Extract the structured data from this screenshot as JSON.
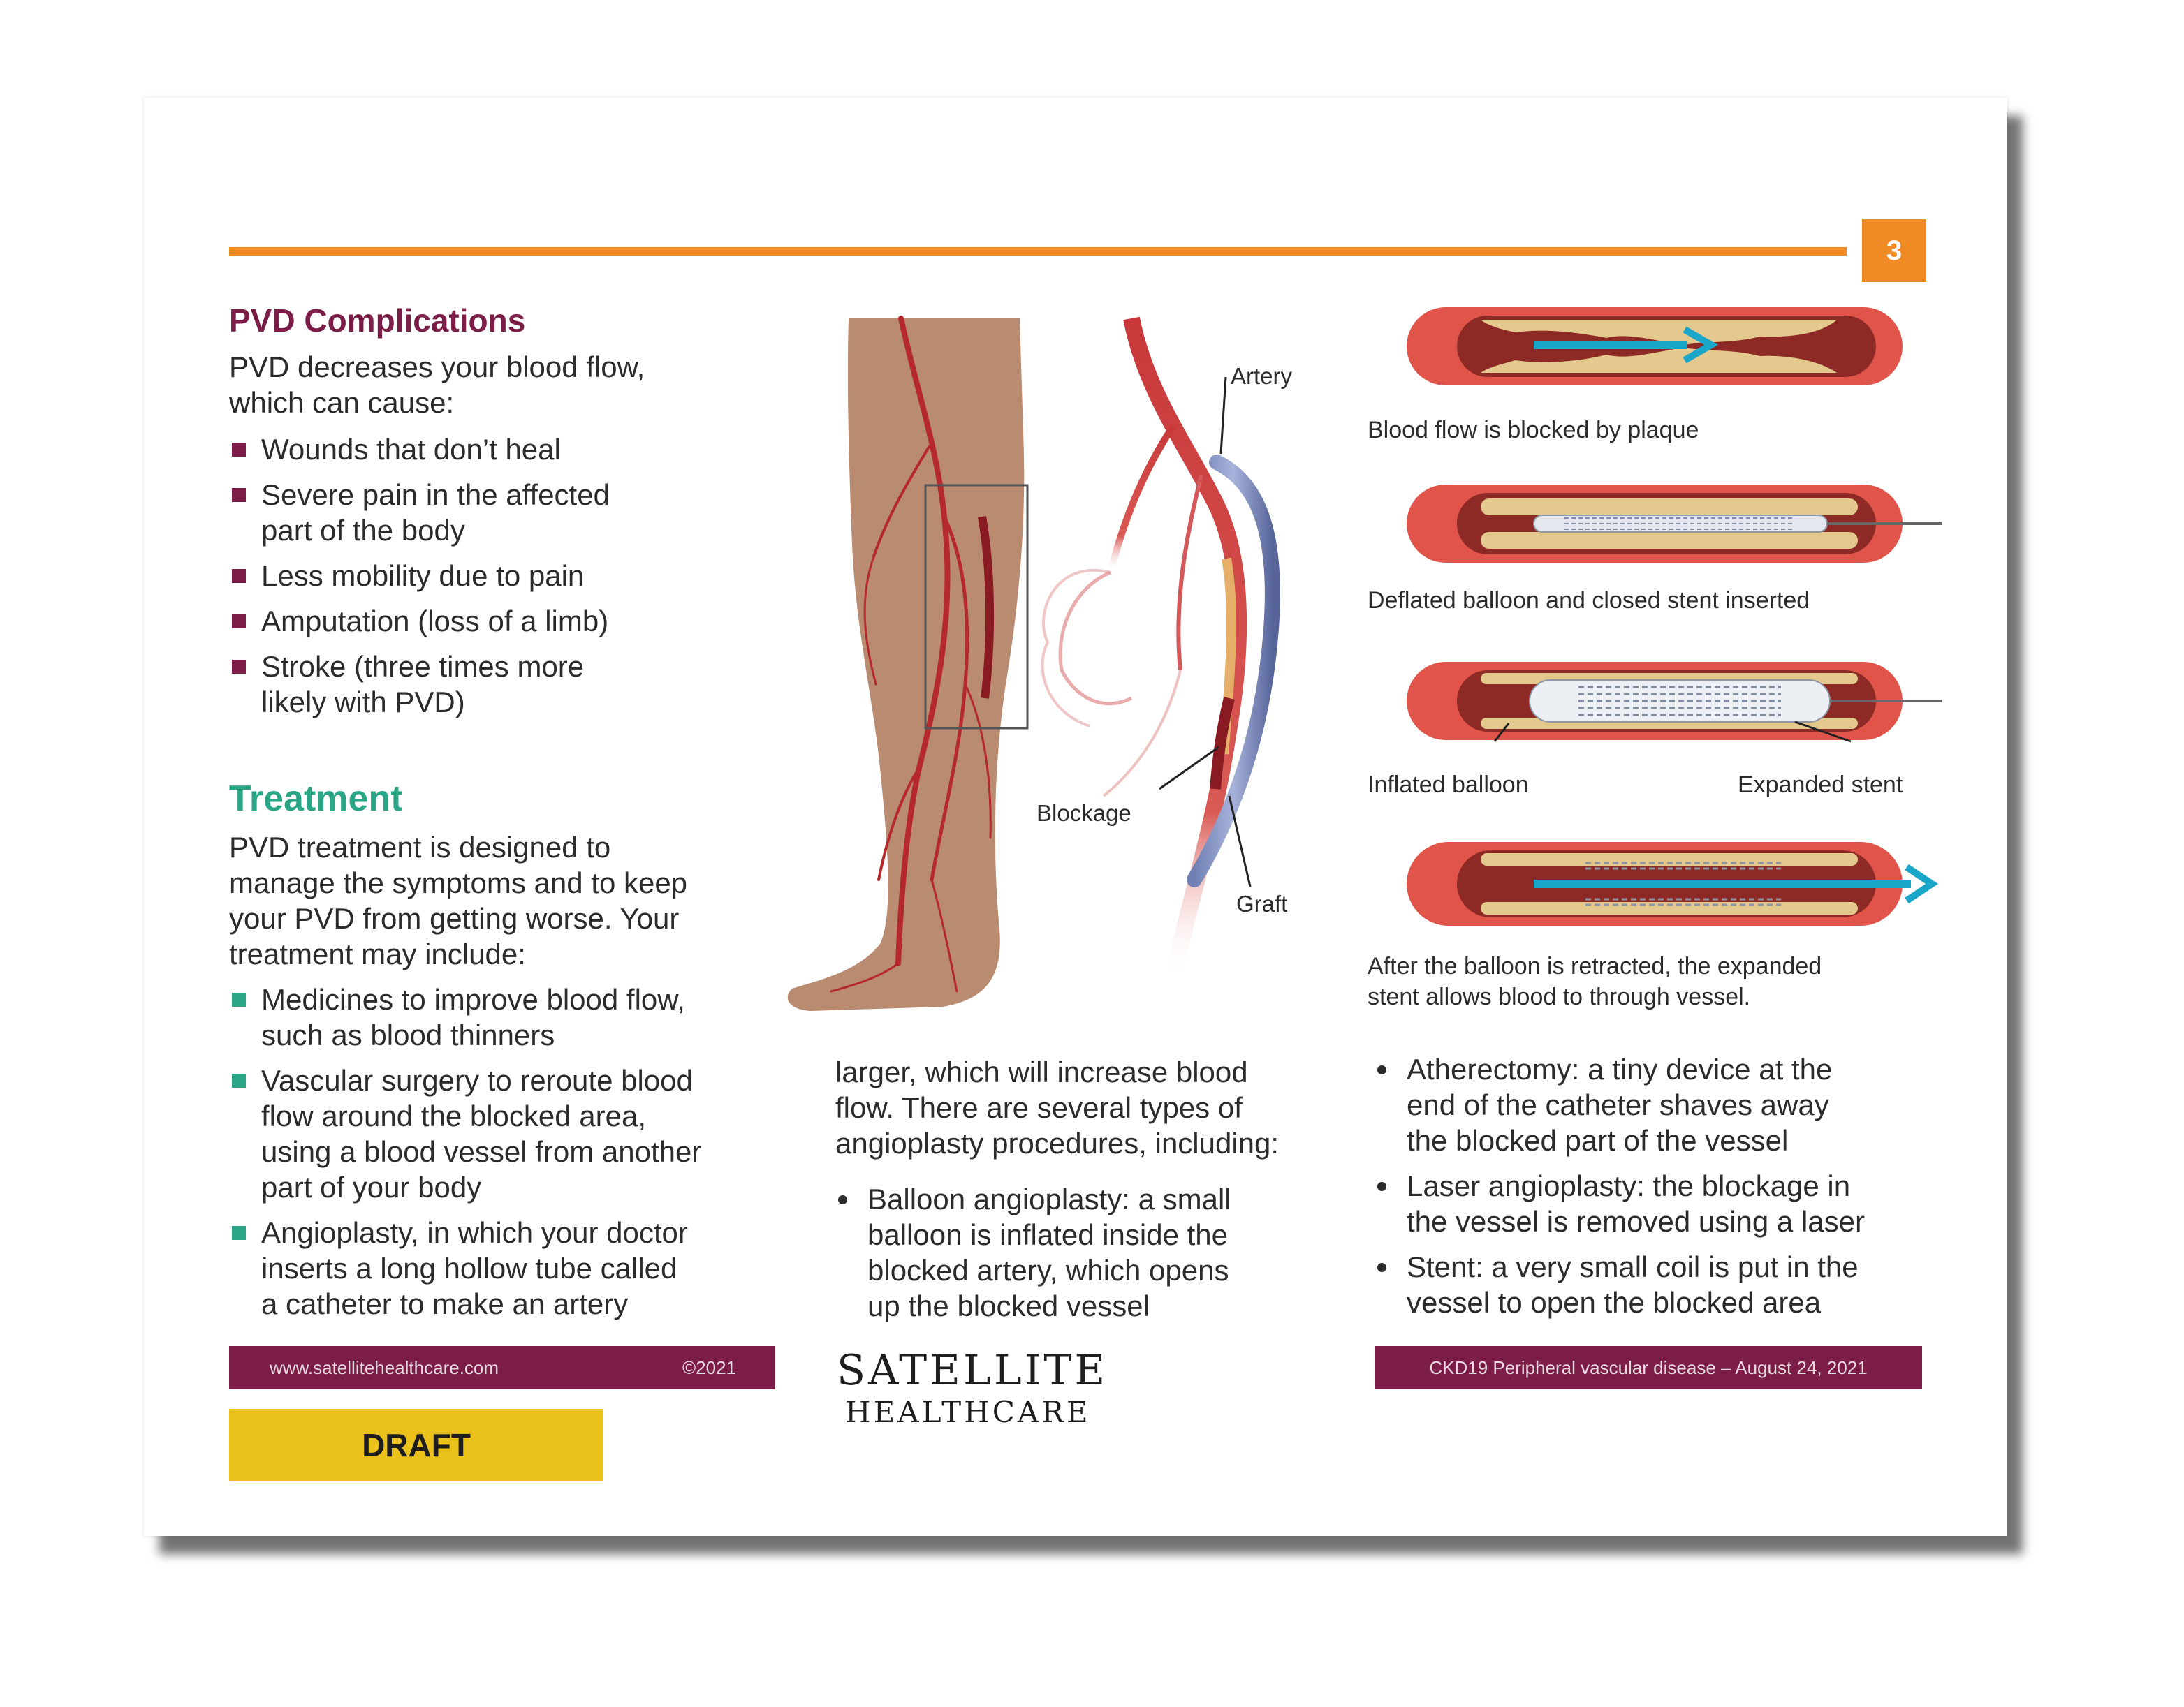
{
  "page_number": "3",
  "complications": {
    "heading": "PVD Complications",
    "intro_line1": "PVD decreases your blood flow,",
    "intro_line2": "which can cause:",
    "items": [
      {
        "l1": "Wounds that don’t heal",
        "l2": ""
      },
      {
        "l1": "Severe pain in the affected",
        "l2": "part of the body"
      },
      {
        "l1": "Less mobility due to pain",
        "l2": ""
      },
      {
        "l1": "Amputation (loss of a limb)",
        "l2": ""
      },
      {
        "l1": "Stroke (three times more",
        "l2": "likely with PVD)"
      }
    ]
  },
  "treatment": {
    "heading": "Treatment",
    "intro": [
      "PVD treatment is designed to",
      "manage the symptoms and to keep",
      "your PVD from getting worse. Your",
      "treatment may include:"
    ],
    "items": [
      {
        "lines": [
          "Medicines to improve blood flow,",
          "such as blood thinners"
        ]
      },
      {
        "lines": [
          "Vascular surgery to reroute blood",
          "flow around the blocked area,",
          "using a blood vessel from another",
          "part of your body"
        ]
      },
      {
        "lines": [
          "Angioplasty, in which your doctor",
          "inserts a long hollow tube called",
          "a catheter to make an artery"
        ]
      }
    ]
  },
  "middle": {
    "continued": [
      "larger, which will increase blood",
      "flow. There are several types of",
      "angioplasty procedures, including:"
    ],
    "bullet": [
      "Balloon angioplasty: a small",
      "balloon is inflated inside the",
      "blocked artery, which opens",
      "up the blocked vessel"
    ]
  },
  "illustration_labels": {
    "artery": "Artery",
    "blockage": "Blockage",
    "graft": "Graft"
  },
  "stent_panels": {
    "cap1": "Blood flow is blocked by plaque",
    "cap2": "Deflated balloon and closed stent inserted",
    "cap3_left": "Inflated balloon",
    "cap3_right": "Expanded stent",
    "cap4_l1": "After the balloon is retracted, the expanded",
    "cap4_l2": "stent allows blood to through vessel."
  },
  "right_bullets": [
    {
      "lines": [
        "Atherectomy: a tiny device at the",
        "end of the catheter shaves away",
        "the blocked part of the vessel"
      ]
    },
    {
      "lines": [
        "Laser angioplasty: the blockage in",
        "the vessel is removed using a laser"
      ]
    },
    {
      "lines": [
        "Stent: a very small coil is put in the",
        "vessel to open the blocked area"
      ]
    }
  ],
  "footer": {
    "website": "www.satellitehealthcare.com",
    "copyright": "©2021",
    "logo_main": "SATELLITE",
    "logo_sub": "HEALTHCARE",
    "doc_id": "CKD19 Peripheral vascular disease – August 24, 2021"
  },
  "draft_label": "DRAFT",
  "colors": {
    "accent_orange": "#f08a24",
    "plum": "#7b1d46",
    "teal": "#2aa585",
    "draft_yellow": "#ebc21c",
    "arrow_blue": "#1aa6c8"
  }
}
